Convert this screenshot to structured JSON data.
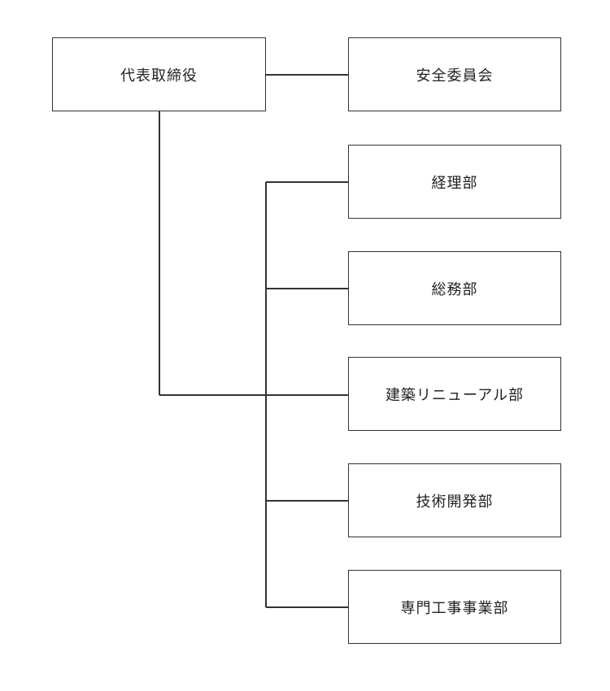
{
  "org_chart": {
    "top": {
      "label": "代表取締役"
    },
    "staff": {
      "label": "安全委員会"
    },
    "departments": [
      {
        "label": "経理部"
      },
      {
        "label": "総務部"
      },
      {
        "label": "建築リニューアル部"
      },
      {
        "label": "技術開発部"
      },
      {
        "label": "専門工事事業部"
      }
    ]
  },
  "colors": {
    "line": "#333333",
    "border": "#333333",
    "text": "#222222",
    "background": "#ffffff"
  }
}
